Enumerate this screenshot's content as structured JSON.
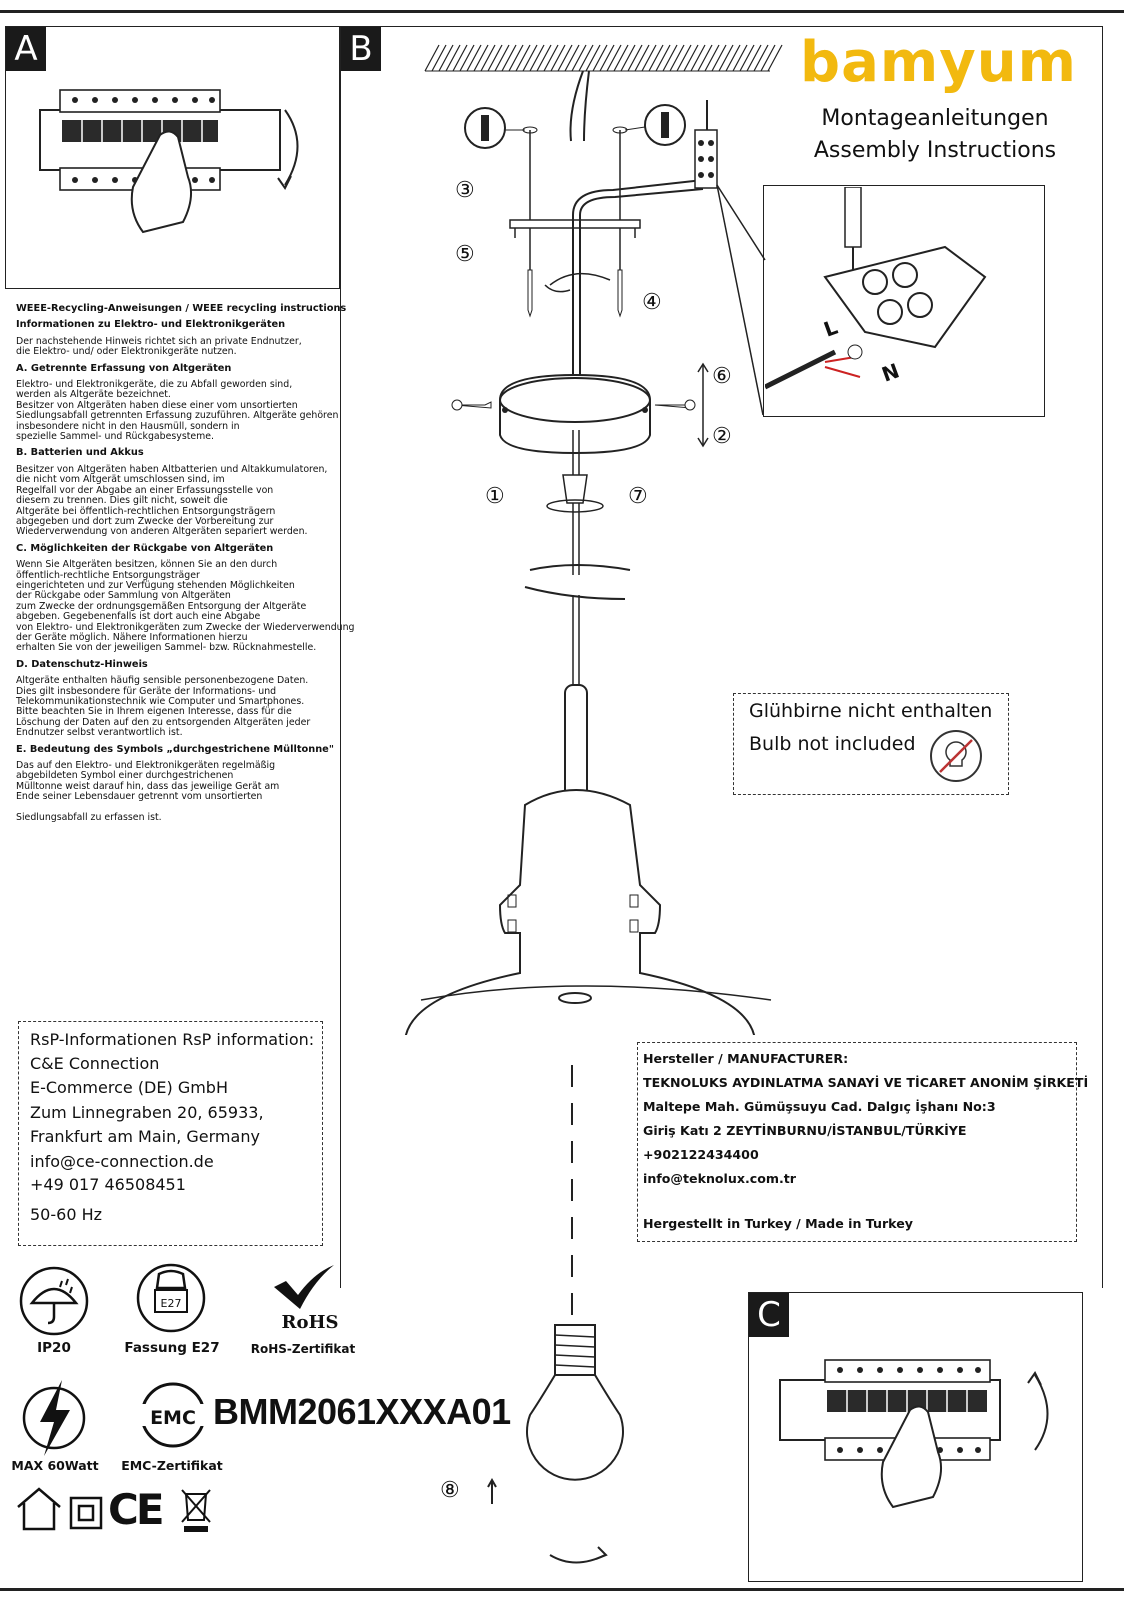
{
  "panels": {
    "a": "A",
    "b": "B",
    "c": "C"
  },
  "brand": {
    "logo": "bamyum",
    "title_de": "Montageanleitungen",
    "title_en": "Assembly Instructions",
    "color": "#f2b90f"
  },
  "weee": {
    "title": "WEEE-Recycling-Anweisungen / WEEE recycling instructions",
    "subtitle": "Informationen zu Elektro- und Elektronikgeräten",
    "intro": "Der nachstehende Hinweis richtet sich an private Endnutzer,\n die Elektro- und/ oder Elektronikgeräte nutzen.",
    "sections": [
      {
        "heading": "A. Getrennte Erfassung von Altgeräten",
        "text": "Elektro- und Elektronikgeräte, die zu Abfall geworden sind,\n werden als Altgeräte bezeichnet.\nBesitzer von Altgeräten haben diese einer vom unsortierten\nSiedlungsabfall getrennten Erfassung zuzuführen. Altgeräte gehören\ninsbesondere nicht in den Hausmüll, sondern in\nspezielle Sammel- und Rückgabesysteme."
      },
      {
        "heading": "B. Batterien und Akkus",
        "text": "Besitzer von Altgeräten haben Altbatterien und Altakkumulatoren,\n die nicht vom Altgerät umschlossen sind, im\nRegelfall vor der Abgabe an einer Erfassungsstelle von\ndiesem zu trennen. Dies gilt nicht, soweit die\nAltgeräte bei öffentlich-rechtlichen Entsorgungsträgern\nabgegeben und dort zum Zwecke der Vorbereitung zur\nWiederverwendung von anderen Altgeräten separiert werden."
      },
      {
        "heading": "C. Möglichkeiten der Rückgabe von Altgeräten",
        "text": "Wenn Sie Altgeräten besitzen, können Sie an den durch\nöffentlich-rechtliche Entsorgungsträger\neingerichteten und zur Verfügung stehenden Möglichkeiten\nder Rückgabe oder Sammlung von Altgeräten\n zum Zwecke der ordnungsgemäßen Entsorgung der Altgeräte\nabgeben. Gegebenenfalls ist dort auch eine Abgabe\n von Elektro- und Elektronikgeräten zum Zwecke der Wiederverwendung\nder Geräte möglich. Nähere Informationen hierzu\nerhalten Sie von der jeweiligen Sammel- bzw. Rücknahmestelle."
      },
      {
        "heading": "D. Datenschutz-Hinweis",
        "text": "Altgeräte enthalten häufig sensible personenbezogene Daten.\nDies gilt insbesondere für Geräte der Informations- und\nTelekommunikationstechnik wie Computer und Smartphones.\n Bitte beachten Sie in Ihrem eigenen Interesse, dass für die\nLöschung der Daten auf den zu entsorgenden Altgeräten jeder\nEndnutzer selbst verantwortlich ist."
      },
      {
        "heading": "E. Bedeutung des Symbols „durchgestrichene Mülltonne\"",
        "text": "Das auf den Elektro- und Elektronikgeräten regelmäßig\n abgebildeten Symbol einer durchgestrichenen\nMülltonne weist darauf hin, dass das jeweilige Gerät am\nEnde seiner Lebensdauer getrennt vom unsortierten"
      }
    ],
    "closing": "Siedlungsabfall zu erfassen ist."
  },
  "diagram": {
    "steps": [
      "①",
      "②",
      "③",
      "④",
      "⑤",
      "⑥",
      "⑦",
      "⑧"
    ],
    "wire_labels": {
      "live": "L",
      "neutral": "N"
    }
  },
  "bulb_notice": {
    "de": "Glühbirne nicht enthalten",
    "en": "Bulb not included"
  },
  "rsp": {
    "lines": [
      "RsP-Informationen RsP information:",
      "C&E Connection",
      "E-Commerce (DE) GmbH",
      "Zum Linnegraben 20, 65933,",
      "Frankfurt am Main, Germany",
      "info@ce-connection.de",
      "+49 017 46508451",
      "50-60 Hz"
    ]
  },
  "manufacturer": {
    "lines": [
      "Hersteller / MANUFACTURER:",
      "TEKNOLUKS AYDINLATMA SANAYİ VE TİCARET ANONİM ŞİRKETİ",
      "Maltepe Mah. Gümüşsuyu Cad. Dalgıç İşhanı No:3",
      "Giriş Katı 2 ZEYTİNBURNU/İSTANBUL/TÜRKİYE",
      "+902122434400",
      "info@teknolux.com.tr",
      "",
      "Hergestellt in Turkey / Made in Turkey"
    ]
  },
  "symbols": {
    "ip": {
      "label": "IP20",
      "icon": "umbrella-rain-icon"
    },
    "socket": {
      "label": "Fassung E27",
      "inner": "E27",
      "icon": "bulb-socket-icon"
    },
    "rohs": {
      "label": "RoHS-Zertifikat",
      "mark": "RoHS",
      "icon": "rohs-check-icon"
    },
    "power": {
      "label": "MAX 60Watt",
      "icon": "lightning-icon"
    },
    "emc": {
      "label": "EMC-Zertifikat",
      "mark": "EMC",
      "icon": "emc-icon"
    },
    "model": "BMM2061XXXA01",
    "bottom_marks": {
      "ce": "CE",
      "class2": "class-2-icon",
      "indoor": "indoor-house-icon",
      "weee": "weee-bin-icon"
    }
  }
}
